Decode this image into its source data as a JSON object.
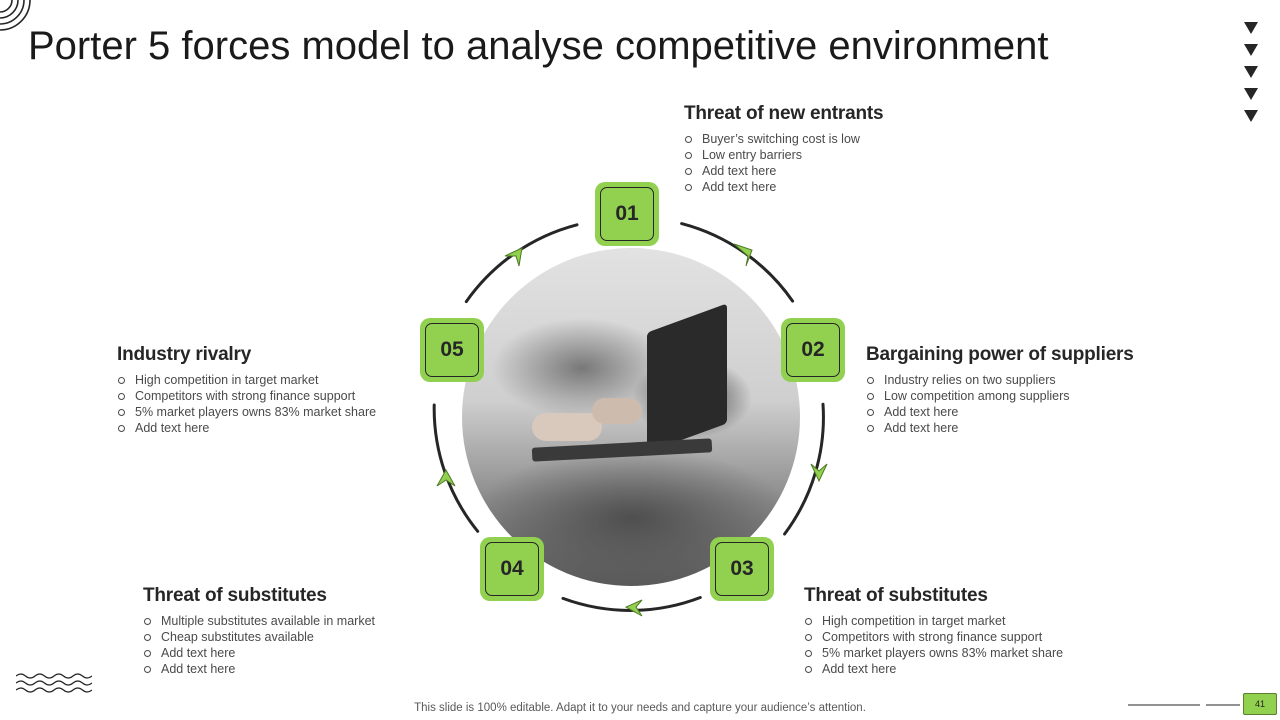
{
  "title": "Porter 5 forces model to analyse competitive environment",
  "colors": {
    "accent": "#92d050",
    "dark": "#262626"
  },
  "nodes": [
    {
      "label": "01"
    },
    {
      "label": "02"
    },
    {
      "label": "03"
    },
    {
      "label": "04"
    },
    {
      "label": "05"
    }
  ],
  "sections": {
    "new_entrants": {
      "heading": "Threat of new entrants",
      "items": [
        "Buyer’s switching cost is low",
        "Low entry barriers",
        "Add text here",
        "Add text here"
      ]
    },
    "suppliers": {
      "heading": "Bargaining power of suppliers",
      "items": [
        "Industry relies on two suppliers",
        "Low competition among suppliers",
        "Add text here",
        "Add text here"
      ]
    },
    "substitutes_right": {
      "heading": "Threat of substitutes",
      "items": [
        "High competition in target market",
        "Competitors with strong finance support",
        "5% market players owns 83% market share",
        "Add text here"
      ]
    },
    "substitutes_left": {
      "heading": "Threat of substitutes",
      "items": [
        "Multiple substitutes available  in market",
        "Cheap  substitutes available",
        "Add text here",
        "Add text here"
      ]
    },
    "rivalry": {
      "heading": "Industry rivalry",
      "items": [
        "High competition in target market",
        "Competitors with strong finance support",
        "5% market players owns 83% market share",
        "Add text here"
      ]
    }
  },
  "footer": {
    "note": "This slide is 100% editable. Adapt it to your needs and capture your audience’s attention.",
    "page_number": "41"
  }
}
